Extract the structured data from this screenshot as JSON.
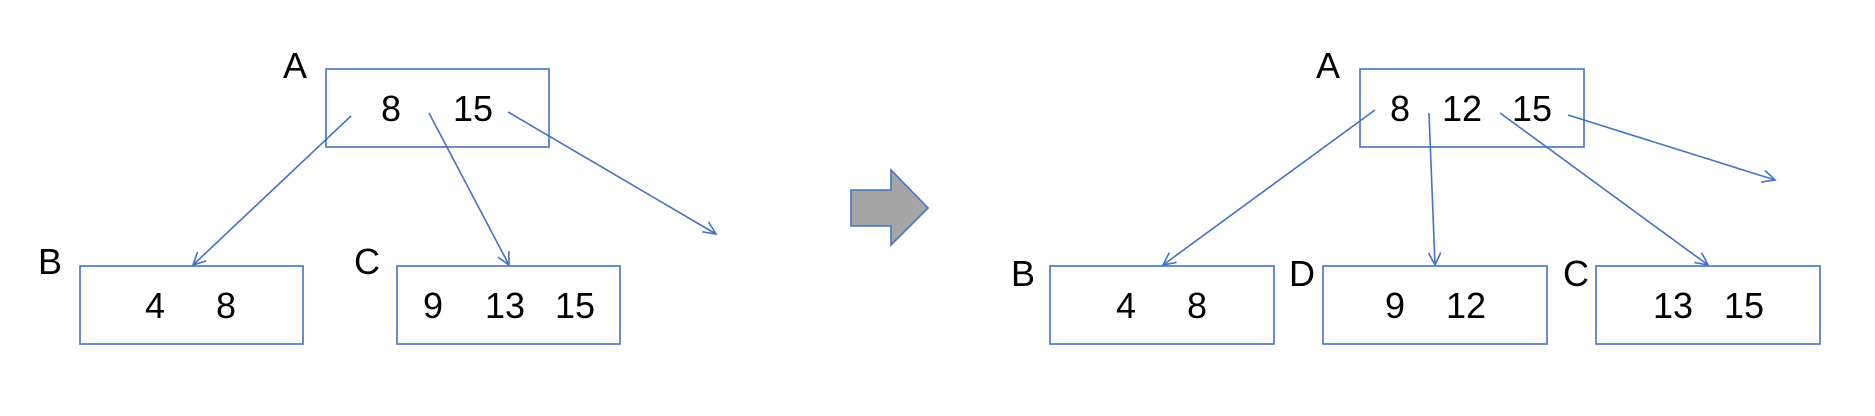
{
  "before": {
    "nodes": {
      "A": {
        "label": "A",
        "keys": [
          "8",
          "15"
        ]
      },
      "B": {
        "label": "B",
        "keys": [
          "4",
          "8"
        ]
      },
      "C": {
        "label": "C",
        "keys": [
          "9",
          "13",
          "15"
        ]
      }
    }
  },
  "after": {
    "nodes": {
      "A": {
        "label": "A",
        "keys": [
          "8",
          "12",
          "15"
        ]
      },
      "B": {
        "label": "B",
        "keys": [
          "4",
          "8"
        ]
      },
      "D": {
        "label": "D",
        "keys": [
          "9",
          "12"
        ]
      },
      "C": {
        "label": "C",
        "keys": [
          "13",
          "15"
        ]
      }
    }
  },
  "transition": {
    "icon": "right-arrow-icon"
  },
  "colors": {
    "stroke": "#4472C4",
    "arrow_fill": "#A6A6A6",
    "text": "#000000"
  }
}
